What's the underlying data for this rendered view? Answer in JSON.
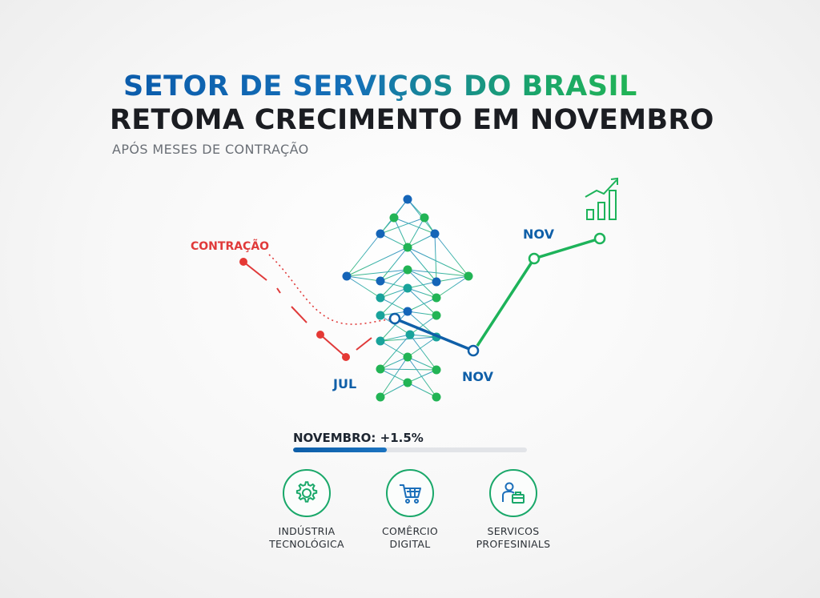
{
  "header": {
    "title_line1": "SETOR DE SERVIÇOS DO BRASIL",
    "title_line2": "RETOMA CRECIMENTO EM NOVEMBRO",
    "subtitle": "APÓS MESES DE CONTRAÇÃO"
  },
  "chart_labels": {
    "contraction": "CONTRAÇÃO",
    "jul": "JUL",
    "nov_lower": "NOV",
    "nov_upper": "NOV"
  },
  "progress": {
    "label": "NOVEMBRO: +1.5%",
    "fill_fraction": 0.4
  },
  "categories": [
    {
      "line1": "INDÚSTRIA",
      "line2": "TECNOLÓGICA",
      "icon": "gear-icon"
    },
    {
      "line1": "COMÊRCIO",
      "line2": "DIGITAL",
      "icon": "shopping-cart-icon"
    },
    {
      "line1": "SERVICOS",
      "line2": "PROFESINIALS",
      "icon": "professional-briefcase-icon"
    }
  ],
  "colors": {
    "blue": "#0f5fa8",
    "green": "#1db35a",
    "red": "#e03a3a",
    "teal": "#1a9e9a"
  }
}
